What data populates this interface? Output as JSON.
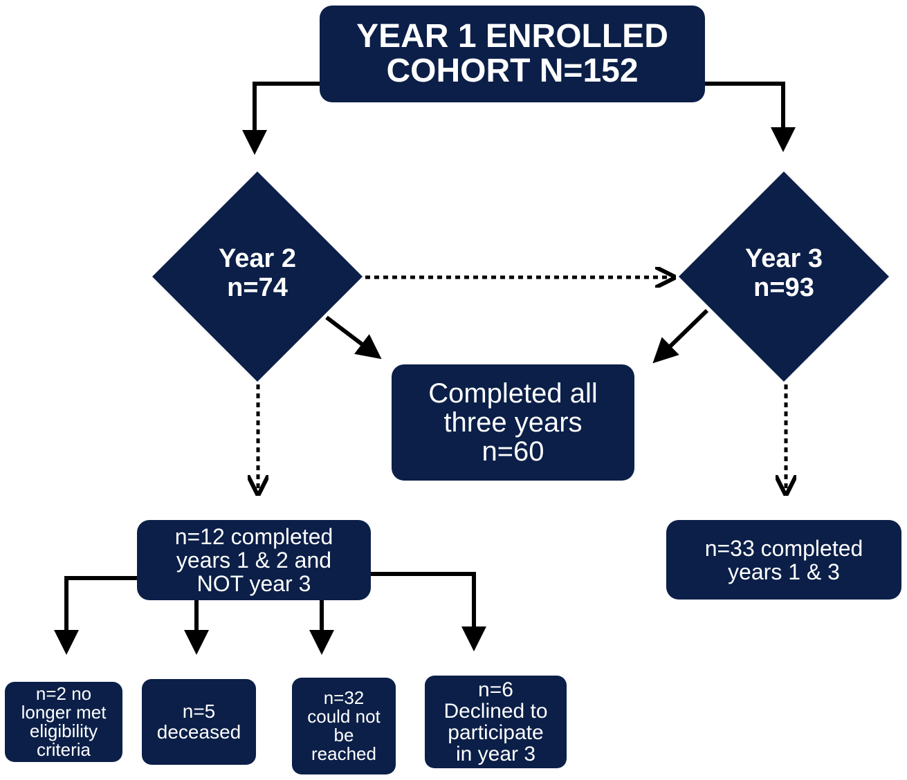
{
  "enrolled": {
    "line1": "YEAR 1 ENROLLED",
    "line2": "COHORT N=152"
  },
  "year2": {
    "line1": "Year 2",
    "line2": "n=74"
  },
  "year3": {
    "line1": "Year 3",
    "line2": "n=93"
  },
  "completed_all": {
    "line1": "Completed all",
    "line2": "three years",
    "line3": "n=60"
  },
  "n12": {
    "line1": "n=12 completed",
    "line2": "years 1 & 2 and",
    "line3": "NOT year 3"
  },
  "n33": {
    "line1": "n=33 completed",
    "line2": "years 1 & 3"
  },
  "n2": {
    "line1": "n=2 no",
    "line2": "longer met",
    "line3": "eligibility",
    "line4": "criteria"
  },
  "n5": {
    "line1": "n=5",
    "line2": "deceased"
  },
  "n32": {
    "line1": "n=32",
    "line2": "could not",
    "line3": "be",
    "line4": "reached"
  },
  "n6": {
    "line1": "n=6",
    "line2": "Declined to",
    "line3": "participate",
    "line4": "in year 3"
  },
  "colors": {
    "node_fill": "#0b1f48",
    "arrow": "#000000",
    "text": "#ffffff"
  }
}
